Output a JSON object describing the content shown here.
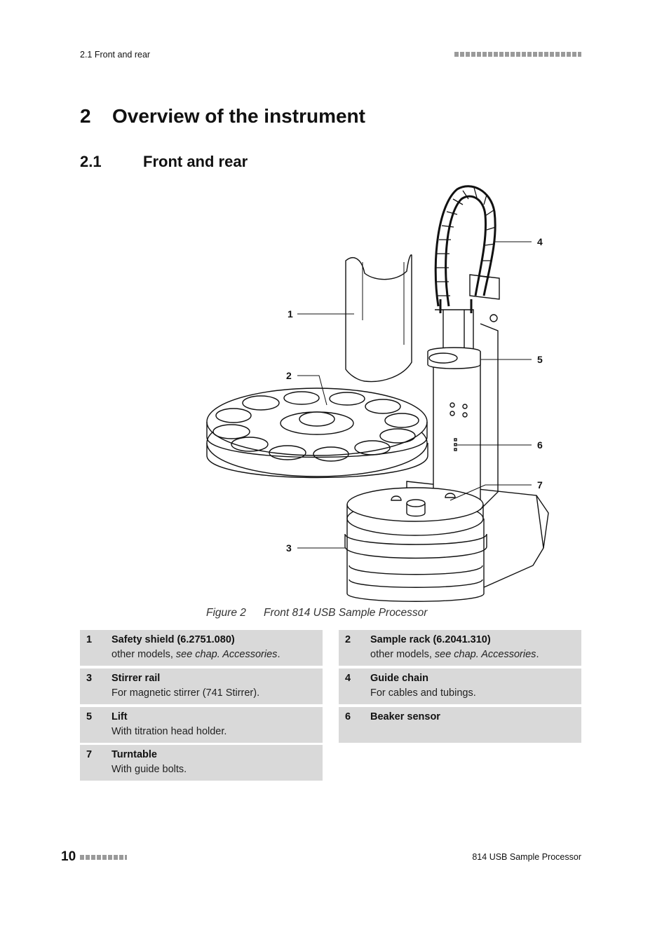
{
  "header": {
    "section": "2.1 Front and rear"
  },
  "chapter": {
    "number": "2",
    "title": "Overview of the instrument"
  },
  "section": {
    "number": "2.1",
    "title": "Front and rear"
  },
  "figure": {
    "label": "Figure 2",
    "caption": "Front 814 USB Sample Processor",
    "callouts": [
      "1",
      "2",
      "3",
      "4",
      "5",
      "6",
      "7"
    ]
  },
  "legend": [
    {
      "num": "1",
      "title": "Safety shield (6.2751.080)",
      "desc_prefix": "other models, ",
      "desc_italic": "see chap. Accessories",
      "desc_suffix": "."
    },
    {
      "num": "2",
      "title": "Sample rack (6.2041.310)",
      "desc_prefix": "other models, ",
      "desc_italic": "see chap. Accessories",
      "desc_suffix": "."
    },
    {
      "num": "3",
      "title": "Stirrer rail",
      "desc_prefix": "For magnetic stirrer (741 Stirrer).",
      "desc_italic": "",
      "desc_suffix": ""
    },
    {
      "num": "4",
      "title": "Guide chain",
      "desc_prefix": "For cables and tubings.",
      "desc_italic": "",
      "desc_suffix": ""
    },
    {
      "num": "5",
      "title": "Lift",
      "desc_prefix": "With titration head holder.",
      "desc_italic": "",
      "desc_suffix": ""
    },
    {
      "num": "6",
      "title": "Beaker sensor",
      "desc_prefix": "",
      "desc_italic": "",
      "desc_suffix": ""
    },
    {
      "num": "7",
      "title": "Turntable",
      "desc_prefix": "With guide bolts.",
      "desc_italic": "",
      "desc_suffix": ""
    }
  ],
  "footer": {
    "page_number": "10",
    "product": "814 USB Sample Processor"
  }
}
